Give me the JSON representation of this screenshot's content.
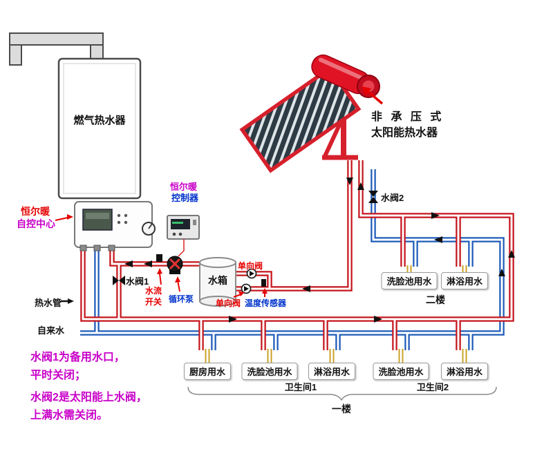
{
  "colors": {
    "hot": "#c5161d",
    "cold": "#1e5bb8",
    "faucet": "#c9a227",
    "magenta": "#c800c8",
    "red": "#e60000",
    "blue": "#0033cc"
  },
  "devices": {
    "gas_heater": "燃气热水器",
    "control_center_line1": "恒尔暖",
    "control_center_line2": "自控中心",
    "controller_line1": "恒尔暖",
    "controller_line2": "控制器",
    "water_tank": "水箱",
    "solar_line1": "非 承 压 式",
    "solar_line2": "太阳能热水器"
  },
  "pipe_labels": {
    "valve1": "水阀1",
    "valve2": "水阀2",
    "hot_pipe": "热水管",
    "tap_water": "自来水",
    "flow_switch_line1": "水流",
    "flow_switch_line2": "开关",
    "pump": "循环泵",
    "check_valve_top": "单向阀",
    "check_valve_bottom": "单向阀",
    "temp_sensor": "温度传感器"
  },
  "floors": {
    "second": {
      "label": "二楼",
      "fixtures": [
        "洗脸池用水",
        "淋浴用水"
      ]
    },
    "first": {
      "label": "一楼",
      "bathroom1": "卫生间1",
      "bathroom2": "卫生间2",
      "fixtures": [
        "厨房用水",
        "洗脸池用水",
        "淋浴用水",
        "洗脸池用水",
        "淋浴用水"
      ]
    }
  },
  "notes": [
    "水阀1为备用水口，",
    "平时关闭；",
    "水阀2是太阳能上水阀，",
    "上满水需关闭。"
  ]
}
